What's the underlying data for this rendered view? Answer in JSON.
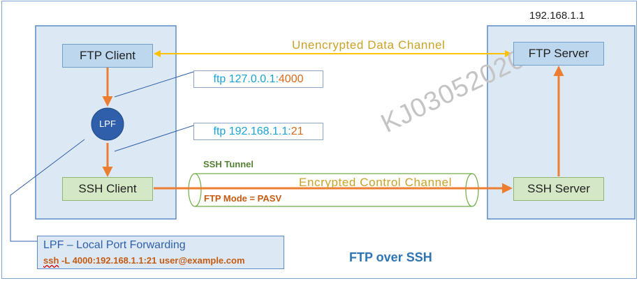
{
  "ip_label": "192.168.1.1",
  "labels": {
    "unencrypted": "Unencrypted Data Channel",
    "encrypted": "Encrypted Control Channel",
    "ssh_tunnel": "SSH Tunnel",
    "ftp_mode": "FTP Mode = PASV",
    "watermark": "KJ03052020",
    "title": "FTP over SSH"
  },
  "nodes": {
    "ftp_client": "FTP Client",
    "ftp_server": "FTP Server",
    "ssh_client": "SSH Client",
    "ssh_server": "SSH Server",
    "lpf": "LPF"
  },
  "commands": {
    "local": {
      "prefix": "ftp 127.0.0.1:",
      "port": "4000"
    },
    "remote": {
      "prefix": "ftp 192.168.1.1:",
      "port": "21"
    }
  },
  "legend": {
    "heading": "LPF – Local Port Forwarding",
    "cmd_word": "ssh",
    "cmd_rest": " -L 4000:192.168.1.1:21 user@example.com"
  },
  "colors": {
    "arrow_orange": "#ed7d31",
    "data_channel": "#ffc000",
    "label_gold": "#c9a227",
    "node_blue": "#2f5faa",
    "title_blue": "#2e75b6"
  }
}
